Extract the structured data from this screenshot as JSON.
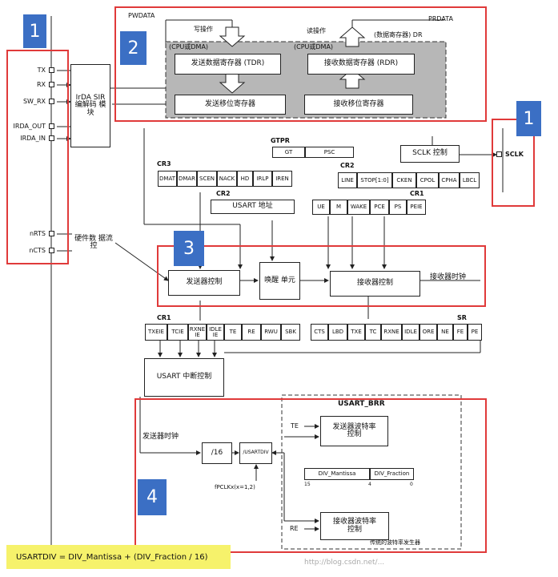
{
  "colors": {
    "highlight": "#e03a3a",
    "badge": "#3b6fc4",
    "gray_panel": "#b7b7b7",
    "formula_bg": "#f6f26b"
  },
  "badges": {
    "n1_left": "1",
    "n2": "2",
    "n1_right": "1",
    "n3": "3",
    "n4": "4"
  },
  "top": {
    "pwdata": "PWDATA",
    "prdata": "PRDATA",
    "write_op": "写操作",
    "read_op": "读操作",
    "data_reg": "(数据寄存器) DR",
    "cpu_dma_left": "(CPU或DMA)",
    "cpu_dma_right": "(CPU或DMA)",
    "tdr": "发送数据寄存器 (TDR)",
    "rdr": "接收数据寄存器 (RDR)",
    "tx_shift": "发送移位寄存器",
    "rx_shift": "接收移位寄存器"
  },
  "pins": {
    "tx": "TX",
    "rx": "RX",
    "sw_rx": "SW_RX",
    "irda_out": "IRDA_OUT",
    "irda_in": "IRDA_IN",
    "nrts": "nRTS",
    "ncts": "nCTS",
    "sclk": "SCLK"
  },
  "irda": "IrDA SIR 编解码 模块",
  "hw_flow": "硬件数 据流控",
  "gtpr": {
    "title": "GTPR",
    "gt": "GT",
    "psc": "PSC"
  },
  "sclk_ctrl": "SCLK 控制",
  "cr3": {
    "title": "CR3",
    "bits": [
      "DMAT",
      "DMAR",
      "SCEN",
      "NACK",
      "HD",
      "IRLP",
      "IREN"
    ]
  },
  "cr2_top": {
    "title": "CR2",
    "bits": [
      "LINE",
      "STOP[1:0]",
      "CKEN",
      "CPOL",
      "CPHA",
      "LBCL"
    ]
  },
  "cr2_addr": {
    "title": "CR2",
    "label": "USART 地址"
  },
  "cr1_top": {
    "title": "CR1",
    "bits": [
      "UE",
      "M",
      "WAKE",
      "PCE",
      "PS",
      "PEIE"
    ]
  },
  "blocks": {
    "tx_ctrl": "发送器控制",
    "wakeup": "唤醒 单元",
    "rx_ctrl": "接收器控制",
    "rx_clock": "接收器时钟",
    "usart_int": "USART 中断控制",
    "tx_clock": "发送器时钟",
    "div16": "/16",
    "div_usart": "/USARTDIV",
    "fpclk": "fPCLKx(x=1,2)"
  },
  "cr1_bottom": {
    "title": "CR1",
    "bits": [
      "TXEIE",
      "TCIE",
      "RXNE IE",
      "IDLE IE",
      "TE",
      "RE",
      "RWU",
      "SBK"
    ]
  },
  "sr": {
    "title": "SR",
    "bits": [
      "CTS",
      "LBD",
      "TXE",
      "TC",
      "RXNE",
      "IDLE",
      "ORE",
      "NE",
      "FE",
      "PE"
    ]
  },
  "brr": {
    "title": "USART_BRR",
    "te": "TE",
    "re": "RE",
    "tx_baud": "发送器波特率 控制",
    "rx_baud": "接收器波特率 控制",
    "div_mantissa": "DIV_Mantissa",
    "div_fraction": "DIV_Fraction",
    "bit15": "15",
    "bit4": "4",
    "bit0": "0",
    "footer": "传统的波特率发生器"
  },
  "formula": "USARTDIV = DIV_Mantissa + (DIV_Fraction / 16)",
  "watermark": "http://blog.csdn.net/..."
}
